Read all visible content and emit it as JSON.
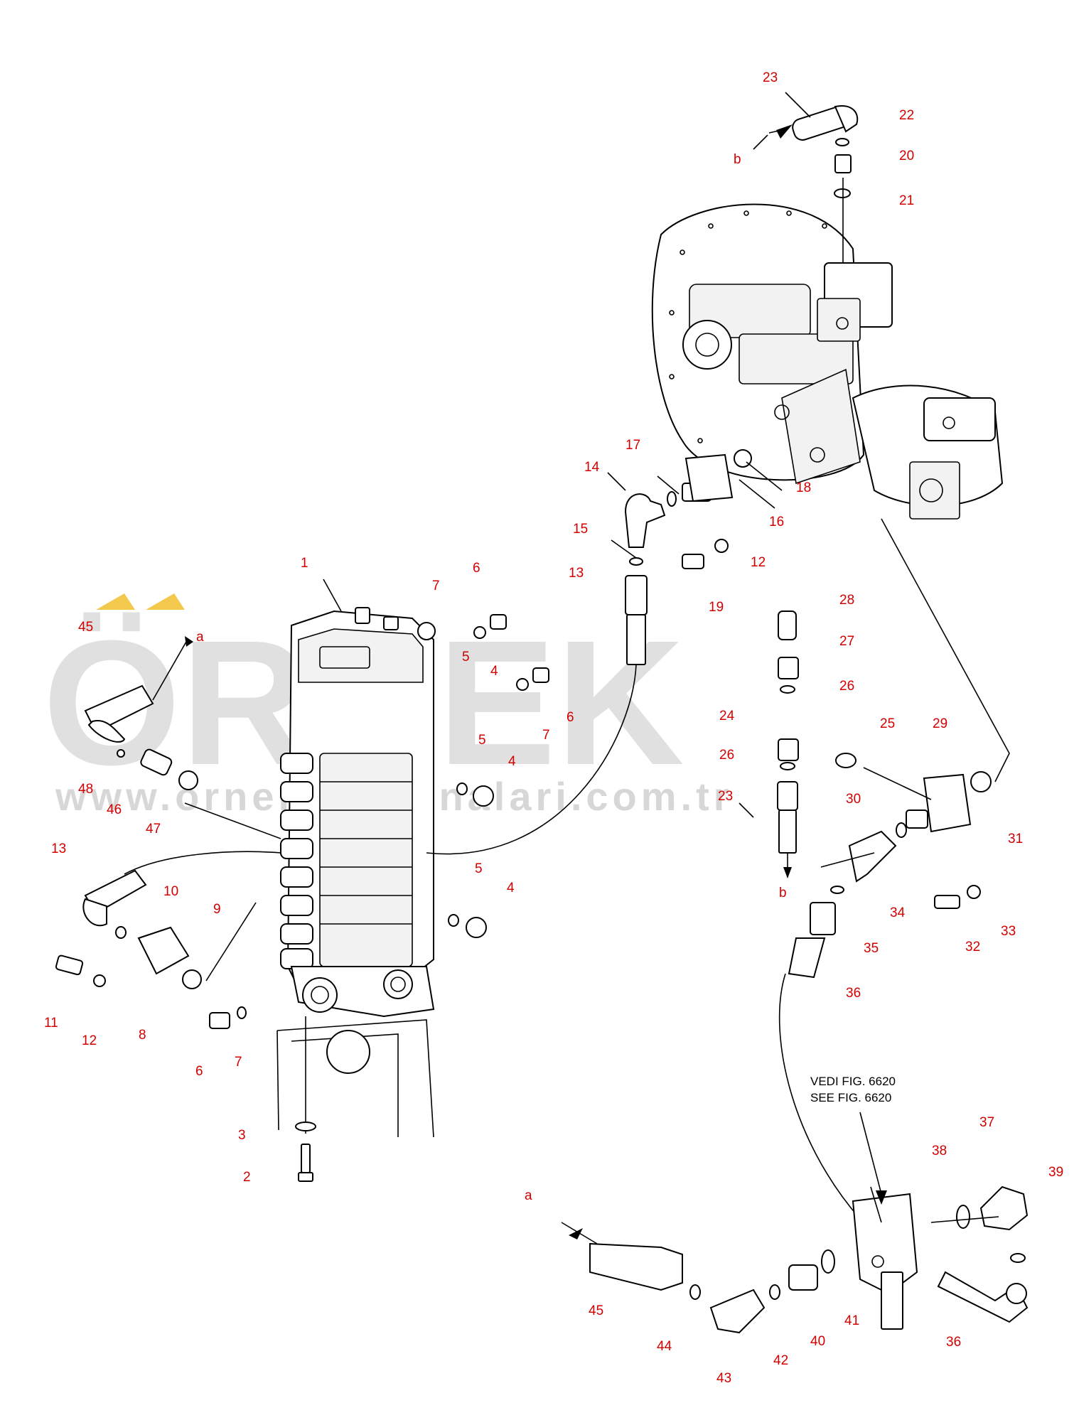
{
  "watermark": {
    "brand": "ÖRNEK",
    "url": "www.orneksmakinalari.com.tr",
    "accent_color": "#f3c94d"
  },
  "reference_note": {
    "line1": "VEDI FIG. 6620",
    "line2": "SEE FIG. 6620"
  },
  "callouts": [
    {
      "id": "c1",
      "text": "1"
    },
    {
      "id": "c2",
      "text": "2"
    },
    {
      "id": "c3",
      "text": "3"
    },
    {
      "id": "c4a",
      "text": "4"
    },
    {
      "id": "c4b",
      "text": "4"
    },
    {
      "id": "c4c",
      "text": "4"
    },
    {
      "id": "c5a",
      "text": "5"
    },
    {
      "id": "c5b",
      "text": "5"
    },
    {
      "id": "c5c",
      "text": "5"
    },
    {
      "id": "c6a",
      "text": "6"
    },
    {
      "id": "c6b",
      "text": "6"
    },
    {
      "id": "c6c",
      "text": "6"
    },
    {
      "id": "c7a",
      "text": "7"
    },
    {
      "id": "c7b",
      "text": "7"
    },
    {
      "id": "c7c",
      "text": "7"
    },
    {
      "id": "c8",
      "text": "8"
    },
    {
      "id": "c9",
      "text": "9"
    },
    {
      "id": "c10",
      "text": "10"
    },
    {
      "id": "c11",
      "text": "11"
    },
    {
      "id": "c12a",
      "text": "12"
    },
    {
      "id": "c12b",
      "text": "12"
    },
    {
      "id": "c13a",
      "text": "13"
    },
    {
      "id": "c13b",
      "text": "13"
    },
    {
      "id": "c14",
      "text": "14"
    },
    {
      "id": "c15",
      "text": "15"
    },
    {
      "id": "c16",
      "text": "16"
    },
    {
      "id": "c17",
      "text": "17"
    },
    {
      "id": "c18",
      "text": "18"
    },
    {
      "id": "c19",
      "text": "19"
    },
    {
      "id": "c20",
      "text": "20"
    },
    {
      "id": "c21",
      "text": "21"
    },
    {
      "id": "c22",
      "text": "22"
    },
    {
      "id": "c23a",
      "text": "23"
    },
    {
      "id": "c23b",
      "text": "23"
    },
    {
      "id": "c24",
      "text": "24"
    },
    {
      "id": "c25",
      "text": "25"
    },
    {
      "id": "c26a",
      "text": "26"
    },
    {
      "id": "c26b",
      "text": "26"
    },
    {
      "id": "c27",
      "text": "27"
    },
    {
      "id": "c28",
      "text": "28"
    },
    {
      "id": "c29",
      "text": "29"
    },
    {
      "id": "c30",
      "text": "30"
    },
    {
      "id": "c31",
      "text": "31"
    },
    {
      "id": "c32",
      "text": "32"
    },
    {
      "id": "c33",
      "text": "33"
    },
    {
      "id": "c34",
      "text": "34"
    },
    {
      "id": "c35",
      "text": "35"
    },
    {
      "id": "c36a",
      "text": "36"
    },
    {
      "id": "c36b",
      "text": "36"
    },
    {
      "id": "c37",
      "text": "37"
    },
    {
      "id": "c38",
      "text": "38"
    },
    {
      "id": "c39",
      "text": "39"
    },
    {
      "id": "c40",
      "text": "40"
    },
    {
      "id": "c41",
      "text": "41"
    },
    {
      "id": "c42",
      "text": "42"
    },
    {
      "id": "c43",
      "text": "43"
    },
    {
      "id": "c44",
      "text": "44"
    },
    {
      "id": "c45a",
      "text": "45"
    },
    {
      "id": "c45b",
      "text": "45"
    },
    {
      "id": "c46",
      "text": "46"
    },
    {
      "id": "c47",
      "text": "47"
    },
    {
      "id": "c48",
      "text": "48"
    },
    {
      "id": "la1",
      "text": "a"
    },
    {
      "id": "la2",
      "text": "a"
    },
    {
      "id": "lb1",
      "text": "b"
    },
    {
      "id": "lb2",
      "text": "b"
    }
  ]
}
